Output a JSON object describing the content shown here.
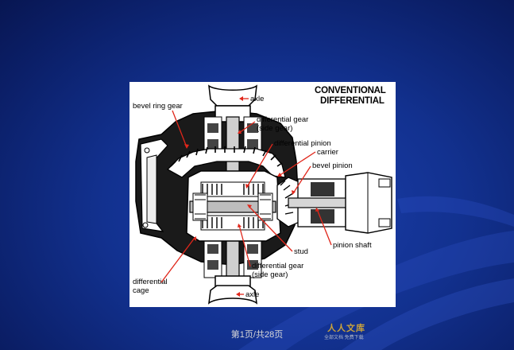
{
  "diagram": {
    "title_line1": "CONVENTIONAL",
    "title_line2": "DIFFERENTIAL",
    "labels": {
      "axle_top": "axle",
      "bevel_ring_gear": "bevel ring gear",
      "side_gear_top_1": "differential gear",
      "side_gear_top_2": "(side gear)",
      "diff_pinion": "differential pinion",
      "carrier": "carrier",
      "bevel_pinion": "bevel pinion",
      "stud": "stud",
      "pinion_shaft": "pinion shaft",
      "side_gear_bottom_1": "differential gear",
      "side_gear_bottom_2": "(side gear)",
      "diff_cage_1": "differential",
      "diff_cage_2": "cage",
      "axle_bottom": "axle"
    },
    "leader_color": "#e0261a"
  },
  "footer": {
    "page_indicator": "第1页/共28页"
  },
  "logo": {
    "main": "人人文库",
    "sub": "全部文档 免费下载"
  },
  "colors": {
    "background": "#12318f",
    "accent": "#1a3aa8"
  }
}
